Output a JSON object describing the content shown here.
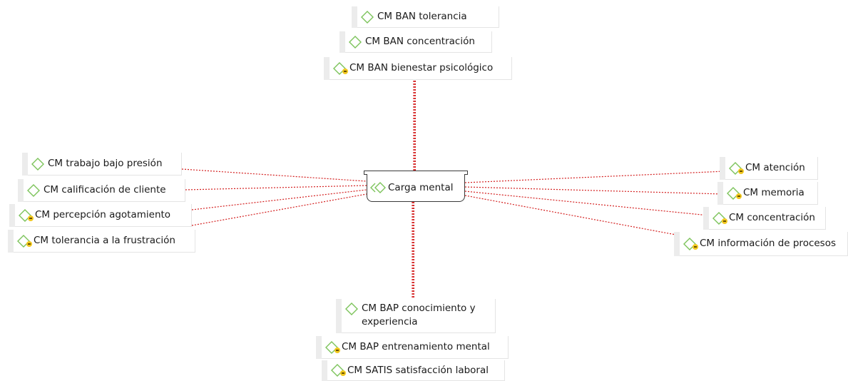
{
  "center": {
    "label": "Carga mental",
    "icon": "double-diamond-icon"
  },
  "link_color": "#d42020",
  "icon_color": "#7cc35a",
  "note_color": "#f2c81f",
  "top_nodes": [
    {
      "label": "CM BAN tolerancia",
      "note": false
    },
    {
      "label": "CM BAN concentración",
      "note": false
    },
    {
      "label": "CM BAN bienestar psicológico",
      "note": true
    }
  ],
  "left_nodes": [
    {
      "label": "CM trabajo bajo presión",
      "note": false
    },
    {
      "label": "CM calificación de cliente",
      "note": false
    },
    {
      "label": "CM percepción agotamiento",
      "note": true
    },
    {
      "label": "CM tolerancia a la frustración",
      "note": true
    }
  ],
  "right_nodes": [
    {
      "label": "CM atención",
      "note": true
    },
    {
      "label": "CM memoria",
      "note": true
    },
    {
      "label": "CM concentración",
      "note": true
    },
    {
      "label": "CM información de procesos",
      "note": true
    }
  ],
  "bottom_nodes": [
    {
      "label": "CM BAP conocimiento y experiencia",
      "note": false
    },
    {
      "label": "CM BAP entrenamiento mental",
      "note": true
    },
    {
      "label": "CM SATIS satisfacción laboral",
      "note": true
    }
  ]
}
